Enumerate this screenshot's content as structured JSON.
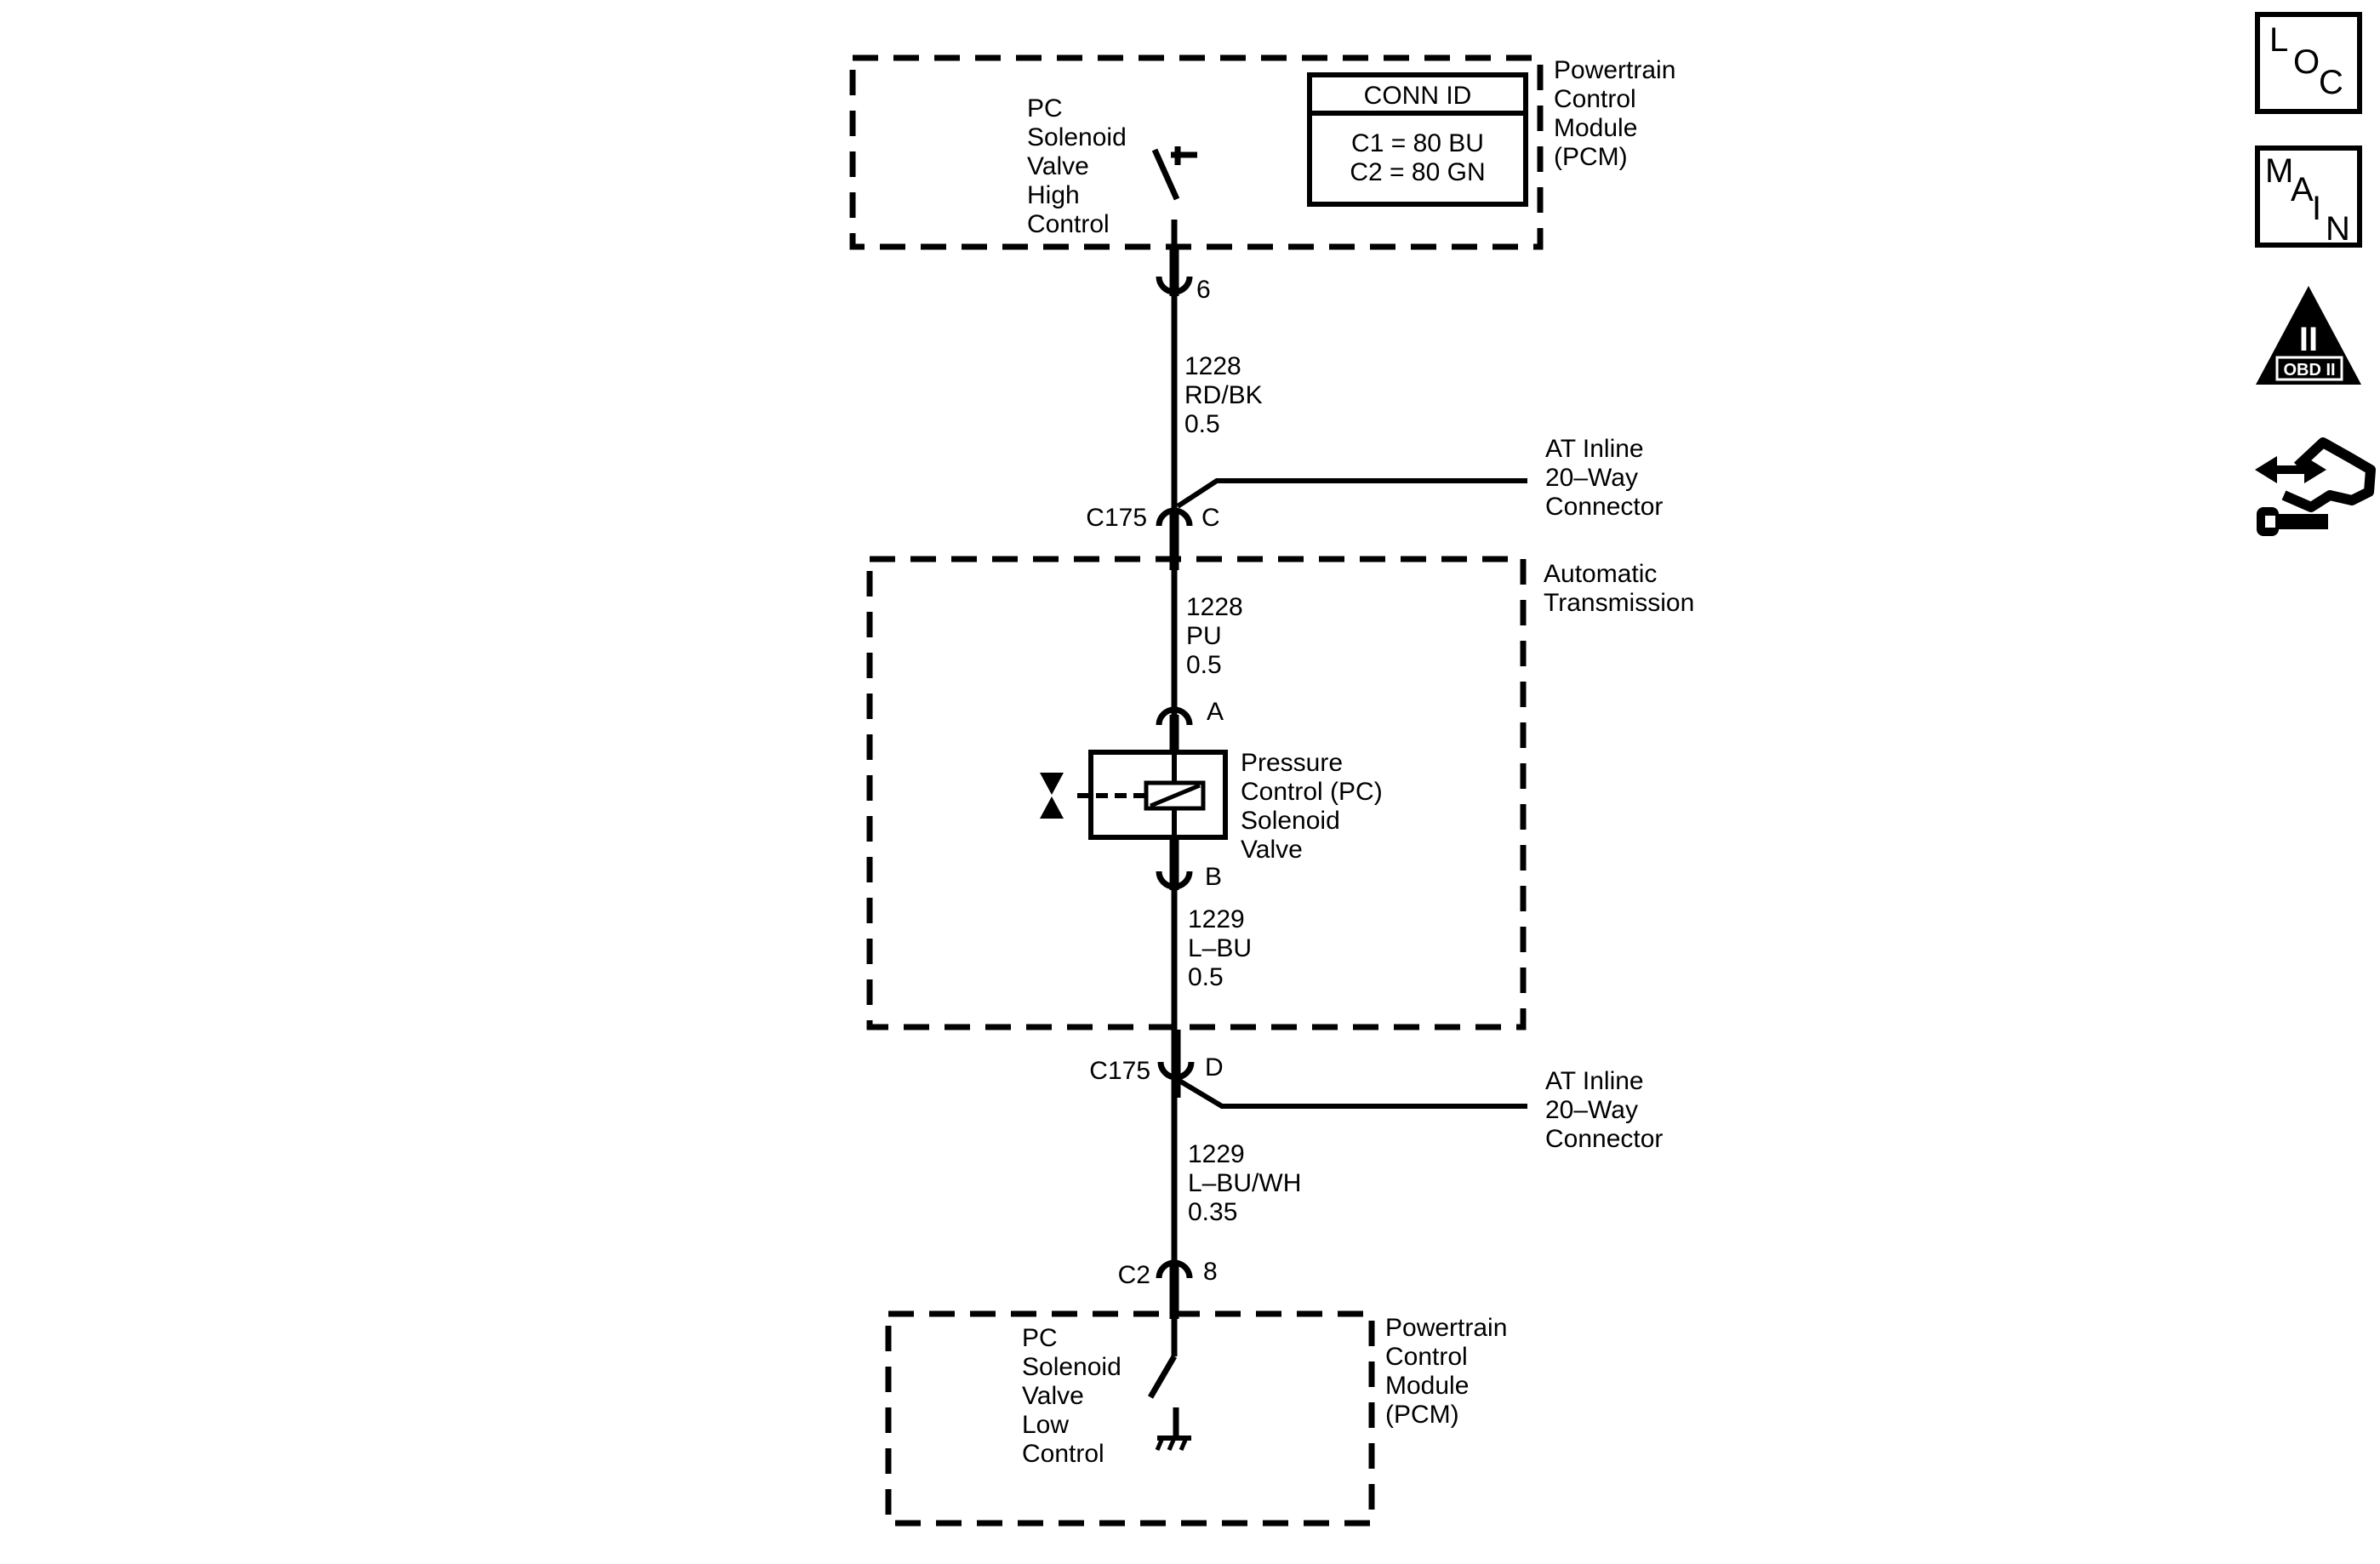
{
  "pcm_top": {
    "label_lines": [
      "Powertrain",
      "Control",
      "Module",
      "(PCM)"
    ],
    "switch_label_lines": [
      "PC",
      "Solenoid",
      "Valve",
      "High",
      "Control"
    ],
    "conn_id": {
      "title": "CONN ID",
      "lines": [
        "C1 = 80 BU",
        "C2 = 80 GN"
      ]
    },
    "pin": "6"
  },
  "wire_top": {
    "lines": [
      "1228",
      "RD/BK",
      "0.5"
    ]
  },
  "connector_c175_top": {
    "name": "C175",
    "pin": "C",
    "label_lines": [
      "AT Inline",
      "20–Way",
      "Connector"
    ]
  },
  "transmission": {
    "label_lines": [
      "Automatic",
      "Transmission"
    ],
    "wire_in": {
      "lines": [
        "1228",
        "PU",
        "0.5"
      ]
    },
    "pin_a": "A",
    "pin_b": "B",
    "solenoid_label_lines": [
      "Pressure",
      "Control (PC)",
      "Solenoid",
      "Valve"
    ],
    "wire_out": {
      "lines": [
        "1229",
        "L–BU",
        "0.5"
      ]
    }
  },
  "connector_c175_bottom": {
    "name": "C175",
    "pin": "D",
    "label_lines": [
      "AT Inline",
      "20–Way",
      "Connector"
    ]
  },
  "wire_bottom": {
    "lines": [
      "1229",
      "L–BU/WH",
      "0.35"
    ]
  },
  "pcm_bottom": {
    "connector": "C2",
    "pin": "8",
    "label_lines": [
      "Powertrain",
      "Control",
      "Module",
      "(PCM)"
    ],
    "switch_label_lines": [
      "PC",
      "Solenoid",
      "Valve",
      "Low",
      "Control"
    ]
  },
  "side_icons": {
    "loc": [
      "L",
      "O",
      "C"
    ],
    "main": [
      "M",
      "A",
      "I",
      "N"
    ],
    "obd": {
      "roman": "II",
      "text": "OBD II"
    }
  }
}
